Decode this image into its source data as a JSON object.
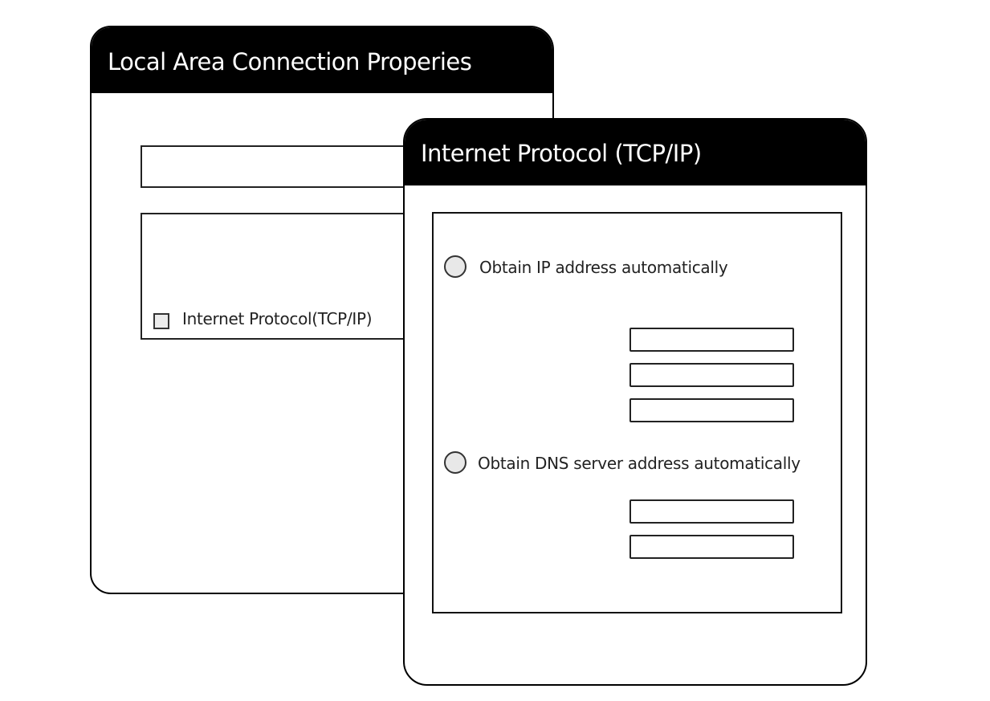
{
  "dialogs": {
    "lan_properties": {
      "title": "Local Area Connection Properies",
      "component_list": {
        "items": [
          {
            "label": "Internet Protocol(TCP/IP)",
            "checked": false
          }
        ]
      }
    },
    "tcp_ip": {
      "title": "Internet Protocol (TCP/IP)",
      "options": [
        {
          "label": "Obtain IP address automatically",
          "selected": false,
          "field_count": 3
        },
        {
          "label": "Obtain DNS server address automatically",
          "selected": false,
          "field_count": 2
        }
      ],
      "ip_fields": [
        "",
        "",
        ""
      ],
      "dns_fields": [
        "",
        ""
      ]
    }
  }
}
